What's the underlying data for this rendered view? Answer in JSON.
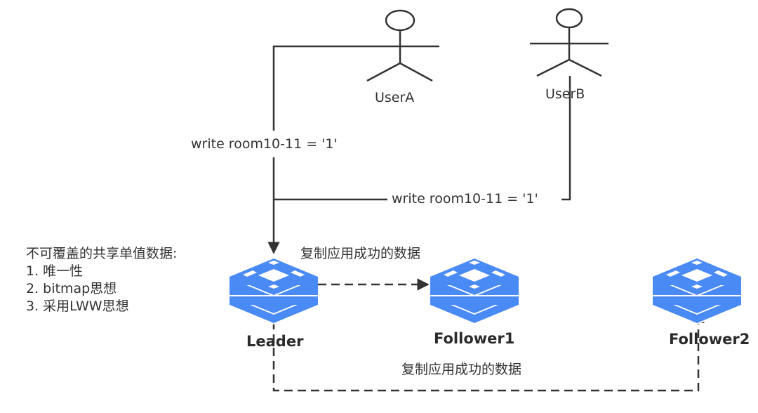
{
  "diagram": {
    "actors": [
      {
        "id": "userA",
        "label": "UserA"
      },
      {
        "id": "userB",
        "label": "UserB"
      }
    ],
    "writes": [
      {
        "from": "UserA",
        "label": "write room10-11 = '1'"
      },
      {
        "from": "UserB",
        "label": "write room10-11 = '1'"
      }
    ],
    "nodes": [
      {
        "id": "leader",
        "label": "Leader"
      },
      {
        "id": "follower1",
        "label": "Follower1"
      },
      {
        "id": "follower2",
        "label": "Follower2"
      }
    ],
    "replication": [
      {
        "from": "Leader",
        "to": "Follower1",
        "label": "复制应用成功的数据"
      },
      {
        "from": "Leader",
        "to": "Follower2",
        "label": "复制应用成功的数据"
      }
    ],
    "note": {
      "title": "不可覆盖的共享单值数据:",
      "items": [
        "1. 唯一性",
        "2. bitmap思想",
        "3. 采用LWW思想"
      ]
    },
    "colors": {
      "node_fill": "#4a8af4",
      "line": "#333333"
    }
  }
}
